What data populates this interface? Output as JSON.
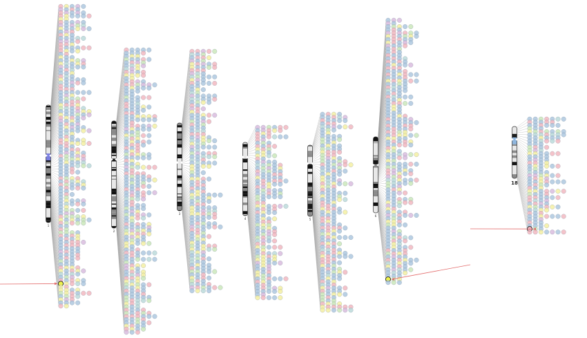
{
  "chromosomes": [
    {
      "id": "chr-1",
      "label": "1",
      "label_text": "1",
      "centromere": 0.43,
      "highlight": "#7b7fe0",
      "dots": 125,
      "top_extent": 0.98,
      "bottom_extent": 0.98
    },
    {
      "id": "chr-2",
      "label": "2",
      "label_text": "2",
      "centromere": 0.36,
      "highlight": "",
      "dots": 125,
      "top_extent": 0.9,
      "bottom_extent": 1.0
    },
    {
      "id": "chr-3",
      "label": "3",
      "label_text": "3",
      "centromere": 0.45,
      "highlight": "",
      "dots": 100,
      "top_extent": 0.95,
      "bottom_extent": 0.9
    },
    {
      "id": "chr-4",
      "label": "4",
      "label_text": "4",
      "centromere": 0.2,
      "highlight": "",
      "dots": 75,
      "top_extent": 0.8,
      "bottom_extent": 0.9
    },
    {
      "id": "chr-5",
      "label": "5",
      "label_text": "5",
      "centromere": 0.26,
      "highlight": "",
      "dots": 90,
      "top_extent": 0.85,
      "bottom_extent": 0.95
    },
    {
      "id": "chr-6",
      "label": "6",
      "label_text": "6",
      "centromere": 0.37,
      "highlight": "",
      "dots": 120,
      "top_extent": 0.98,
      "bottom_extent": 0.98
    },
    {
      "id": "chr-18",
      "label": "18",
      "label_text": "18",
      "centromere": 0.25,
      "highlight": "#8fb6de",
      "dots": 24,
      "top_extent": 0.8,
      "bottom_extent": 0.8
    }
  ],
  "dot_palette": [
    "#a9c4dd",
    "#f1b4bd",
    "#f4ef9d",
    "#c8e6b6",
    "#d7b8dc",
    "#b8d8d8"
  ],
  "dot_weights": [
    0.45,
    0.22,
    0.12,
    0.08,
    0.07,
    0.06
  ],
  "highlighted_markers": [
    {
      "chromosome": "1",
      "color": "#eef34a",
      "arrow_color": "#e36b6b"
    },
    {
      "chromosome": "6",
      "color": "#eef34a",
      "arrow_color": "#e36b6b"
    },
    {
      "chromosome": "18",
      "color": "#f1b4bd",
      "arrow_color": "#e36b6b"
    }
  ],
  "colors": {
    "line": "#9b9b9b",
    "band_dark": "#111111",
    "band_mid": "#8a8a8a",
    "band_light": "#e8e8e8",
    "outline": "#333333",
    "arrow": "#e36b6b"
  }
}
